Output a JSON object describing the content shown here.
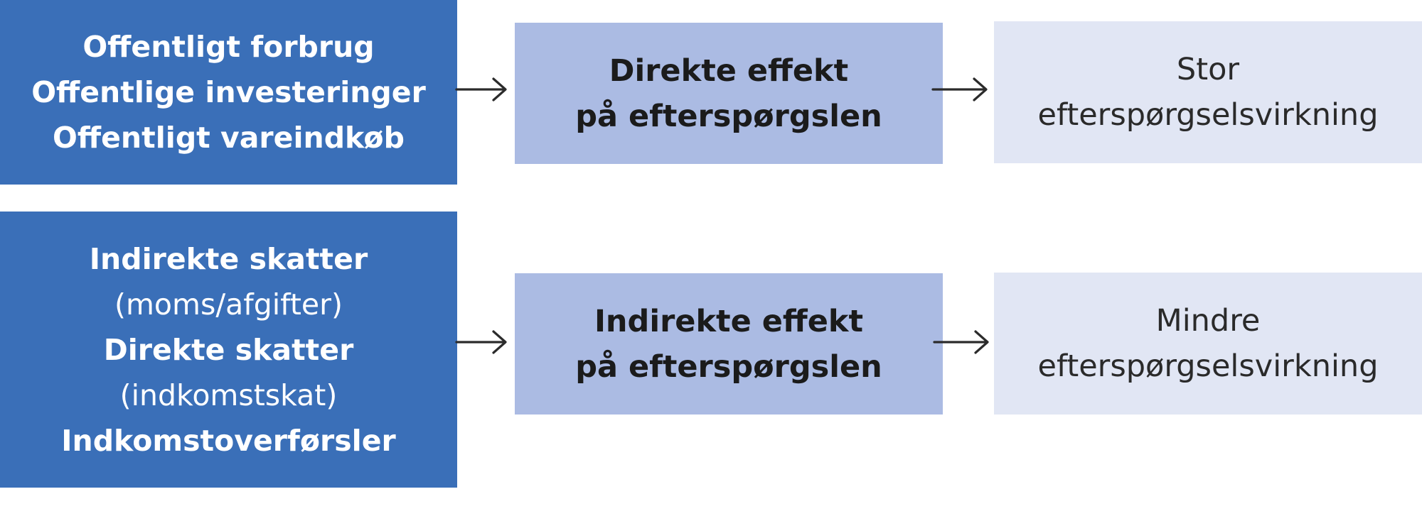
{
  "rows": [
    {
      "source": [
        {
          "text": "Offentligt forbrug",
          "bold": true
        },
        {
          "text": "Offentlige investeringer",
          "bold": true
        },
        {
          "text": "Offentligt vareindkøb",
          "bold": true
        }
      ],
      "effect": [
        "Direkte effekt",
        "på efterspørgslen"
      ],
      "outcome": [
        "Stor",
        "efterspørgselsvirkning"
      ]
    },
    {
      "source": [
        {
          "text": "Indirekte skatter",
          "bold": true
        },
        {
          "text": "(moms/afgifter)",
          "bold": false
        },
        {
          "text": "Direkte skatter",
          "bold": true
        },
        {
          "text": "(indkomstskat)",
          "bold": false
        },
        {
          "text": "Indkomstoverførsler",
          "bold": true
        }
      ],
      "effect": [
        "Indirekte effekt",
        "på efterspørgslen"
      ],
      "outcome": [
        "Mindre",
        "efterspørgselsvirkning"
      ]
    }
  ],
  "colors": {
    "source_box": "#3a6fb8",
    "effect_box": "#abbbe3",
    "outcome_box": "#e1e6f4",
    "arrow": "#2b2b2b"
  }
}
